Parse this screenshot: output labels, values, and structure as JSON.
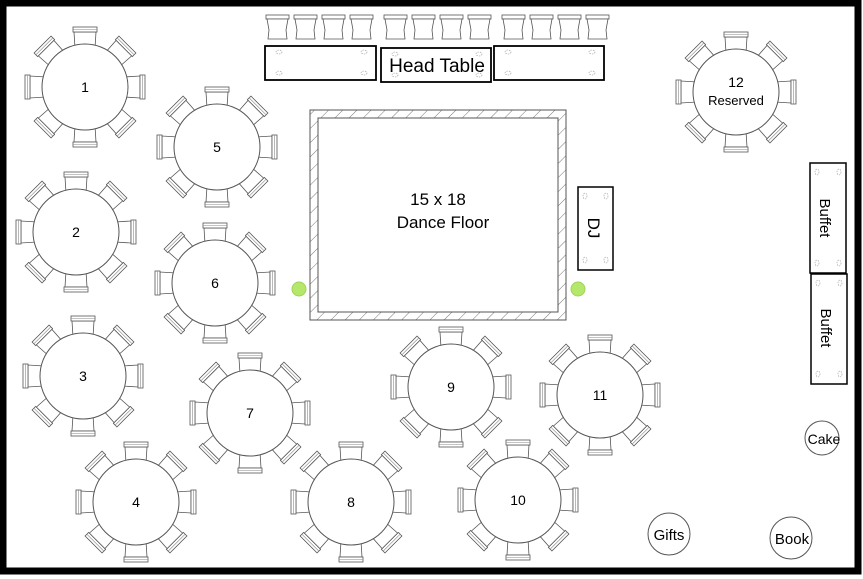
{
  "tables": [
    {
      "label": "1"
    },
    {
      "label": "2"
    },
    {
      "label": "3"
    },
    {
      "label": "4"
    },
    {
      "label": "5"
    },
    {
      "label": "6"
    },
    {
      "label": "7"
    },
    {
      "label": "8"
    },
    {
      "label": "9"
    },
    {
      "label": "10"
    },
    {
      "label": "11"
    },
    {
      "label": "12",
      "sublabel": "Reserved"
    }
  ],
  "head_table": {
    "label": "Head Table",
    "chair_count": 12
  },
  "dance_floor": {
    "size": "15 x 18",
    "label": "Dance Floor"
  },
  "dj": {
    "label": "DJ"
  },
  "buffets": [
    {
      "label": "Buffet"
    },
    {
      "label": "Buffet"
    }
  ],
  "stations": {
    "cake": "Cake",
    "gifts": "Gifts",
    "book": "Book"
  },
  "colors": {
    "frame": "#000000",
    "line": "#555555",
    "marker": "#b5e86a"
  }
}
